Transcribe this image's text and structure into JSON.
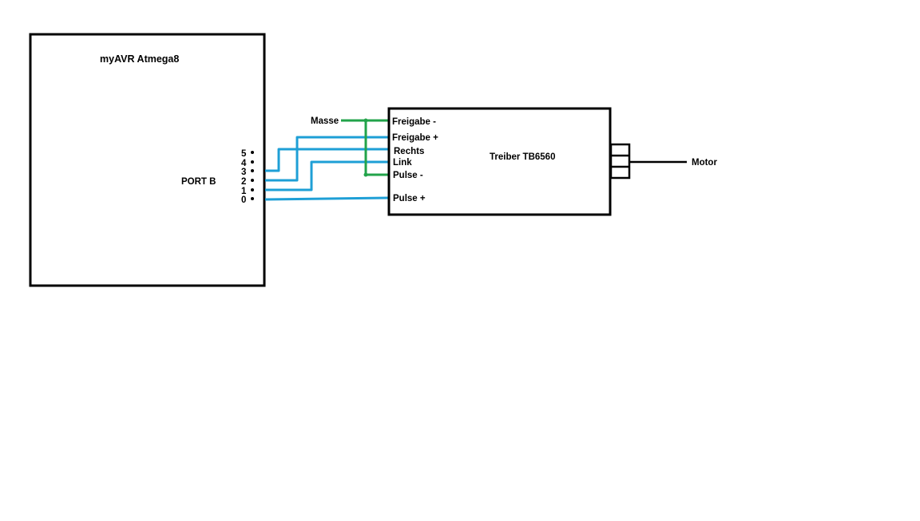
{
  "mcu": {
    "title": "myAVR Atmega8",
    "port_label": "PORT B",
    "pins": [
      "5",
      "4",
      "3",
      "2",
      "1",
      "0"
    ]
  },
  "driver": {
    "title": "Treiber TB6560",
    "inputs": {
      "freigabe_minus": "Freigabe -",
      "freigabe_plus": "Freigabe +",
      "rechts": "Rechts",
      "link": "Link",
      "pulse_minus": "Pulse -",
      "pulse_plus": "Pulse +"
    }
  },
  "ground_label": "Masse",
  "motor_label": "Motor",
  "colors": {
    "signal_wire": "#1e9fd6",
    "ground_wire": "#22a34a",
    "outline": "#000000"
  }
}
